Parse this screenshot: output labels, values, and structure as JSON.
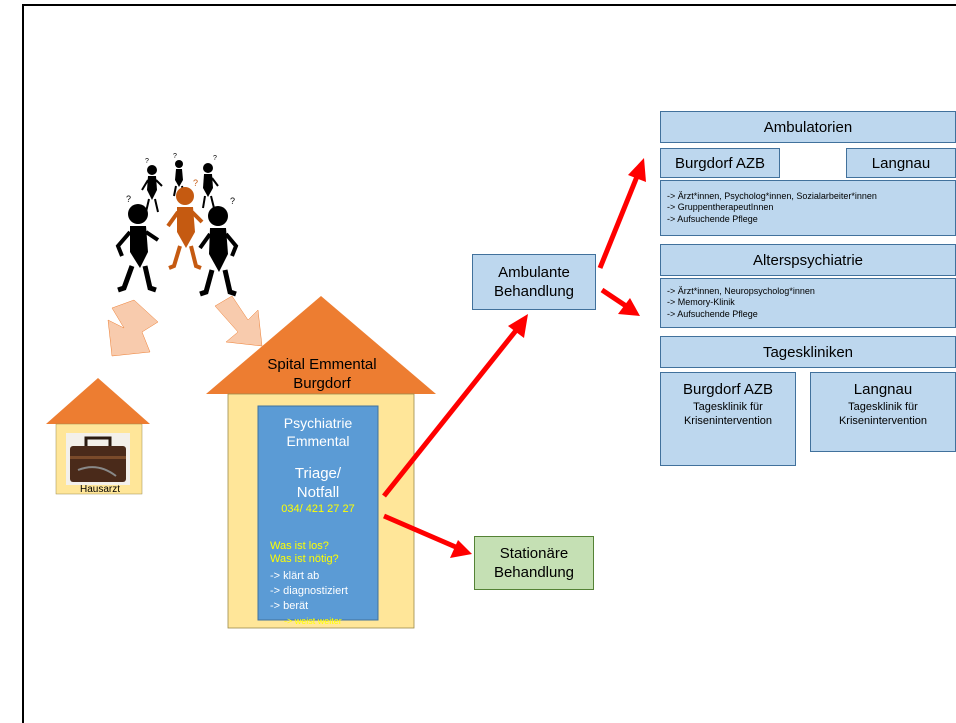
{
  "hausarzt": {
    "label": "Hausarzt"
  },
  "spital": {
    "title_line1": "Spital Emmental",
    "title_line2": "Burgdorf"
  },
  "psychiatrie": {
    "title_line1": "Psychiatrie",
    "title_line2": "Emmental",
    "triage_line1": "Triage/",
    "triage_line2": "Notfall",
    "phone": "034/ 421 27 27",
    "question1": "Was ist los?",
    "question2": "Was ist nötig?",
    "actions": [
      "-> klärt ab",
      "-> diagnostiziert",
      "-> berät",
      "-> weist weiter"
    ]
  },
  "ambulant": {
    "line1": "Ambulante",
    "line2": "Behandlung"
  },
  "stationaer": {
    "line1": "Stationäre",
    "line2": "Behandlung"
  },
  "ambulatorien": {
    "title": "Ambulatorien",
    "loc1": "Burgdorf AZB",
    "loc2": "Langnau",
    "items": [
      "-> Ärzt*innen, Psycholog*innen, Sozialarbeiter*innen",
      "-> GruppentherapeutInnen",
      "-> Aufsuchende Pflege"
    ]
  },
  "alterspsychiatrie": {
    "title": "Alterspsychiatrie",
    "items": [
      "-> Ärzt*innen, Neuropsycholog*innen",
      "-> Memory-Klinik",
      "-> Aufsuchende Pflege"
    ]
  },
  "tageskliniken": {
    "title": "Tageskliniken",
    "loc1": {
      "name": "Burgdorf AZB",
      "desc1": "Tagesklinik für",
      "desc2": "Krisenintervention"
    },
    "loc2": {
      "name": "Langnau",
      "desc1": "Tagesklinik für",
      "desc2": "Krisenintervention"
    }
  },
  "colors": {
    "house_roof": "#ed7d31",
    "house_wall": "#ffe699",
    "psych_blue": "#5b9bd5",
    "box_blue": "#bdd7ee",
    "box_green": "#c5e0b4",
    "arrow_red": "#ff0000",
    "arrow_peach": "#f8cbad",
    "phone_yellow": "#ffff00"
  }
}
